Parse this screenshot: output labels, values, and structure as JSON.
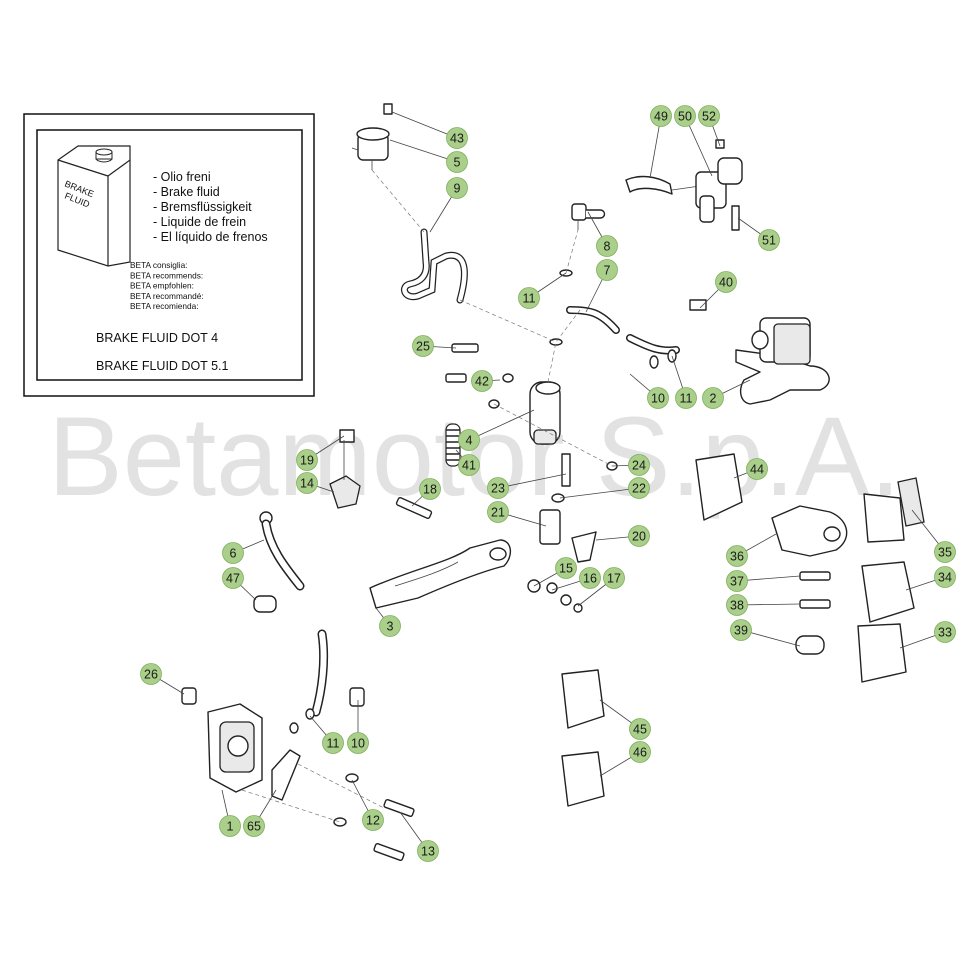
{
  "watermark": "Betamotor S.p.A.",
  "info_panel": {
    "container_label": "BRAKE\nFLUID",
    "fluid_names": [
      "- Olio freni",
      "- Brake fluid",
      "- Bremsflüssigkeit",
      "- Liquide de frein",
      "- El líquido de frenos"
    ],
    "recommends": [
      "BETA consiglia:",
      "BETA recommends:",
      "BETA empfohlen:",
      "BETA recommandé:",
      "BETA recomienda:"
    ],
    "spec_1": "BRAKE FLUID DOT 4",
    "spec_2": "BRAKE FLUID DOT 5.1"
  },
  "callouts": [
    "43",
    "5",
    "9",
    "8",
    "7",
    "11",
    "49",
    "50",
    "52",
    "51",
    "40",
    "10",
    "11",
    "2",
    "25",
    "42",
    "4",
    "41",
    "24",
    "23",
    "22",
    "18",
    "19",
    "14",
    "21",
    "20",
    "15",
    "16",
    "17",
    "3",
    "6",
    "47",
    "44",
    "36",
    "37",
    "38",
    "39",
    "35",
    "34",
    "33",
    "26",
    "45",
    "46",
    "11",
    "10",
    "12",
    "1",
    "65",
    "13"
  ]
}
